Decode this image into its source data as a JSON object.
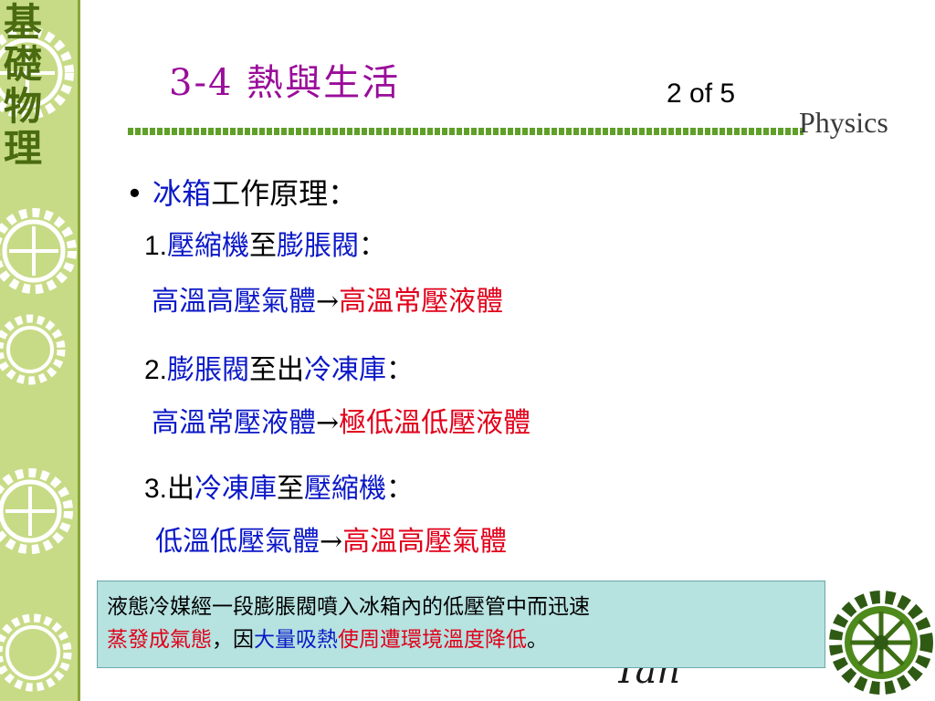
{
  "sidebar": {
    "label": "基礎物理"
  },
  "header": {
    "title": "3-4 熱與生活",
    "page": "2 of 5",
    "brand": "Physics"
  },
  "bullet": {
    "symbol": "•",
    "blue": "冰箱",
    "rest": "工作原理："
  },
  "steps": [
    {
      "num": "1.",
      "a": "壓縮機",
      "mid": "至",
      "b": "膨脹閥",
      "end": "：",
      "from": "高溫高壓氣體",
      "arrow": "→",
      "to": "高溫常壓液體"
    },
    {
      "num": "2.",
      "a": "膨脹閥",
      "mid": "至出",
      "b": "冷凍庫",
      "end": "：",
      "from": "高溫常壓液體",
      "arrow": "→",
      "to": "極低溫低壓液體"
    },
    {
      "num": "3.",
      "pre": "出",
      "a": "冷凍庫",
      "mid": "至",
      "b": "壓縮機",
      "end": "：",
      "from": "低溫低壓氣體",
      "arrow": "→",
      "to": "高溫高壓氣體"
    }
  ],
  "note": {
    "line1": "液態冷媒經一段膨脹閥噴入冰箱內的低壓管中而迅速",
    "red1": "蒸發成氣態",
    "plain1": "，因",
    "blue1": "大量吸熱",
    "red2": "使周遭環境溫度降低",
    "end": "。"
  },
  "colors": {
    "sidebar": "#c7db86",
    "title": "#9a0d9a",
    "blue": "#0b18c7",
    "red": "#e1001a",
    "note_bg": "#b6e2e0",
    "rule": "#5fa028"
  }
}
